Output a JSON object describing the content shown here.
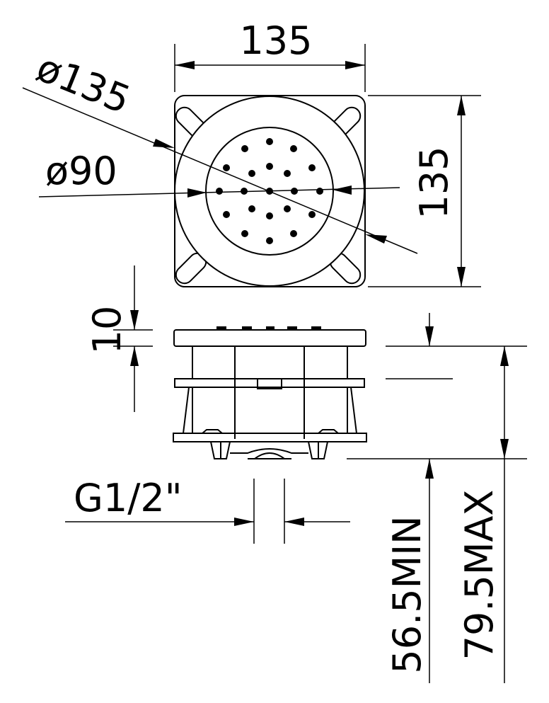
{
  "drawing": {
    "top_view": {
      "width_label": "135",
      "height_label": "135",
      "outer_diameter_label": "ø135",
      "inner_diameter_label": "ø90"
    },
    "side_view": {
      "plate_thickness_label": "10",
      "thread_label": "G1/2\"",
      "min_height_label": "56.5MIN",
      "max_height_label": "79.5MAX"
    }
  }
}
